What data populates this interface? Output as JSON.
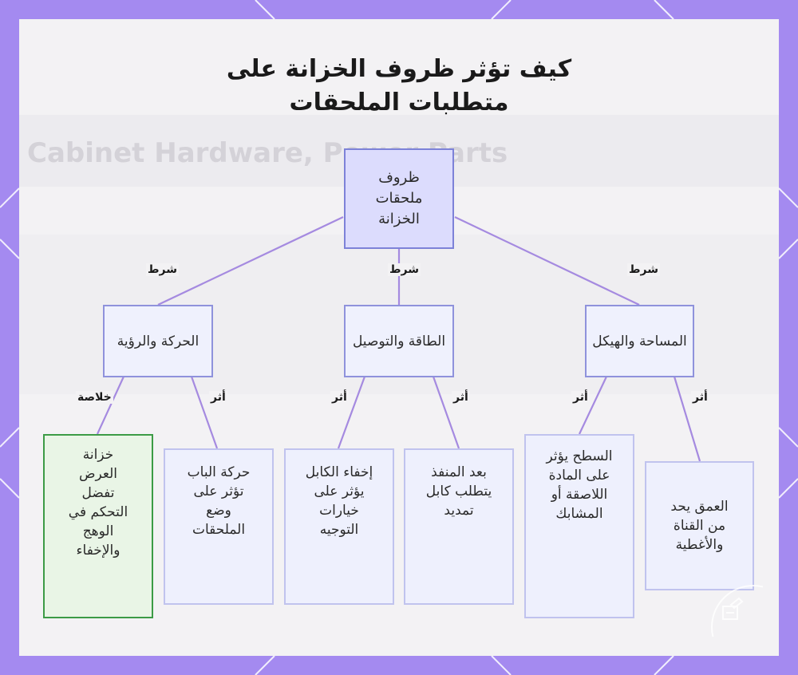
{
  "title": {
    "line1": "كيف تؤثر ظروف الخزانة على",
    "line2": "متطلبات الملحقات"
  },
  "background_text": "Cabinet Hardware, Power Parts",
  "nodes": {
    "root": "ظروف ملحقات الخزانة",
    "space": "المساحة والهيكل",
    "power": "الطاقة والتوصيل",
    "motion": "الحركة والرؤية",
    "depth": "العمق يحد من القناة والأغطية",
    "surface": "السطح يؤثر على المادة اللاصقة أو المشابك",
    "outlet": "بعد المنفذ يتطلب كابل تمديد",
    "cable": "إخفاء الكابل يؤثر على خيارات التوجيه",
    "door": "حركة الباب تؤثر على وضع الملحقات",
    "display": "خزانة العرض تفضل التحكم في الوهج والإخفاء"
  },
  "edge_labels": {
    "condition": "شرط",
    "effect": "أثر",
    "conclusion": "خلاصة"
  },
  "colors": {
    "frame": "#a48af0",
    "connector": "#a58ae0",
    "root_fill": "#dcdcfd",
    "conclusion_border": "#3c9b46"
  }
}
